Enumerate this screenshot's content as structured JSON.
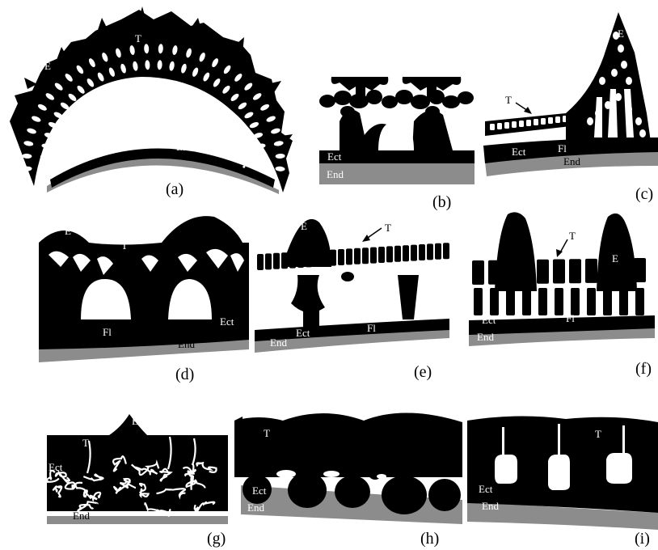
{
  "labels": {
    "T": "T",
    "E": "E",
    "Fl": "Fl",
    "Ect": "Ect",
    "End": "End"
  },
  "panels": [
    {
      "id": "a",
      "caption": "(a)"
    },
    {
      "id": "b",
      "caption": "(b)"
    },
    {
      "id": "c",
      "caption": "(c)"
    },
    {
      "id": "d",
      "caption": "(d)"
    },
    {
      "id": "e",
      "caption": "(e)"
    },
    {
      "id": "f",
      "caption": "(f)"
    },
    {
      "id": "g",
      "caption": "(g)"
    },
    {
      "id": "h",
      "caption": "(h)"
    },
    {
      "id": "i",
      "caption": "(i)"
    }
  ],
  "colors": {
    "tissue": "#000000",
    "endoderm": "#8c8c8c",
    "background": "#ffffff"
  }
}
